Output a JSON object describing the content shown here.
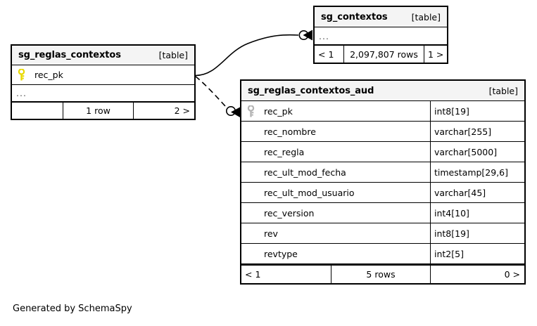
{
  "diagram": {
    "generator_caption": "Generated by SchemaSpy",
    "kind_label": "[table]",
    "ellipsis": "...",
    "key_icon_primary": "key-icon",
    "key_icon_indexed": "key-icon"
  },
  "tables": {
    "sg_contextos": {
      "name": "sg_contextos",
      "kind": "[table]",
      "body_rows": [
        "..."
      ],
      "footer": {
        "left": "< 1",
        "center": "2,097,807 rows",
        "right": "1 >"
      }
    },
    "sg_reglas_contextos": {
      "name": "sg_reglas_contextos",
      "kind": "[table]",
      "columns": [
        {
          "key": "primary",
          "name": "rec_pk"
        }
      ],
      "ellipsis_row": "...",
      "footer": {
        "left": "",
        "center": "1 row",
        "right": "2 >"
      }
    },
    "sg_reglas_contextos_aud": {
      "name": "sg_reglas_contextos_aud",
      "kind": "[table]",
      "columns": [
        {
          "key": "indexed",
          "name": "rec_pk",
          "type": "int8[19]"
        },
        {
          "key": "none",
          "name": "rec_nombre",
          "type": "varchar[255]"
        },
        {
          "key": "none",
          "name": "rec_regla",
          "type": "varchar[5000]"
        },
        {
          "key": "none",
          "name": "rec_ult_mod_fecha",
          "type": "timestamp[29,6]"
        },
        {
          "key": "none",
          "name": "rec_ult_mod_usuario",
          "type": "varchar[45]"
        },
        {
          "key": "none",
          "name": "rec_version",
          "type": "int4[10]"
        },
        {
          "key": "none",
          "name": "rev",
          "type": "int8[19]"
        },
        {
          "key": "none",
          "name": "revtype",
          "type": "int2[5]"
        }
      ],
      "footer": {
        "left": "< 1",
        "center": "5 rows",
        "right": "0 >"
      }
    }
  },
  "relationships": [
    {
      "name": "sg_reglas_contextos-to-sg_contextos",
      "style": "solid",
      "from": "sg_reglas_contextos.rec_pk",
      "to": "sg_contextos"
    },
    {
      "name": "sg_reglas_contextos-to-sg_reglas_contextos_aud",
      "style": "dashed",
      "from": "sg_reglas_contextos.rec_pk",
      "to": "sg_reglas_contextos_aud.rec_pk"
    }
  ],
  "colors": {
    "line": "#000000",
    "header_background": "#f4f4f4",
    "key_primary": "#e8d900",
    "key_indexed": "#b3b3b3",
    "page_background": "#ffffff"
  }
}
